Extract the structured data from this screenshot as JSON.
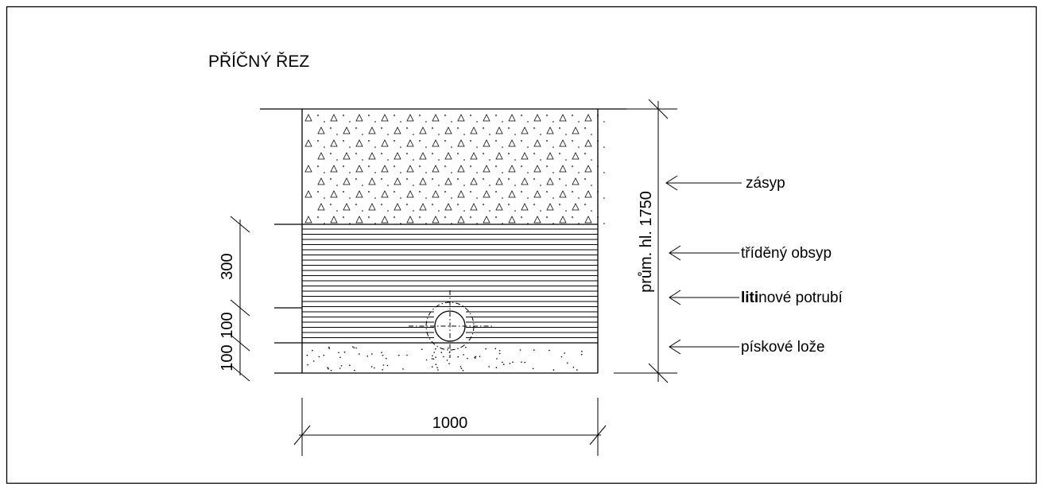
{
  "drawing": {
    "title": "PŘÍČNÝ ŘEZ",
    "width_label": "1000",
    "depth_label": "prům. hl. 1750",
    "dims_left": [
      "300",
      "100",
      "100"
    ]
  },
  "layers": [
    {
      "label": "zásyp"
    },
    {
      "label": "tříděný obsyp"
    },
    {
      "label_bold": "liti",
      "label_rest": "nové potrubí"
    },
    {
      "label": "pískové lože"
    }
  ]
}
